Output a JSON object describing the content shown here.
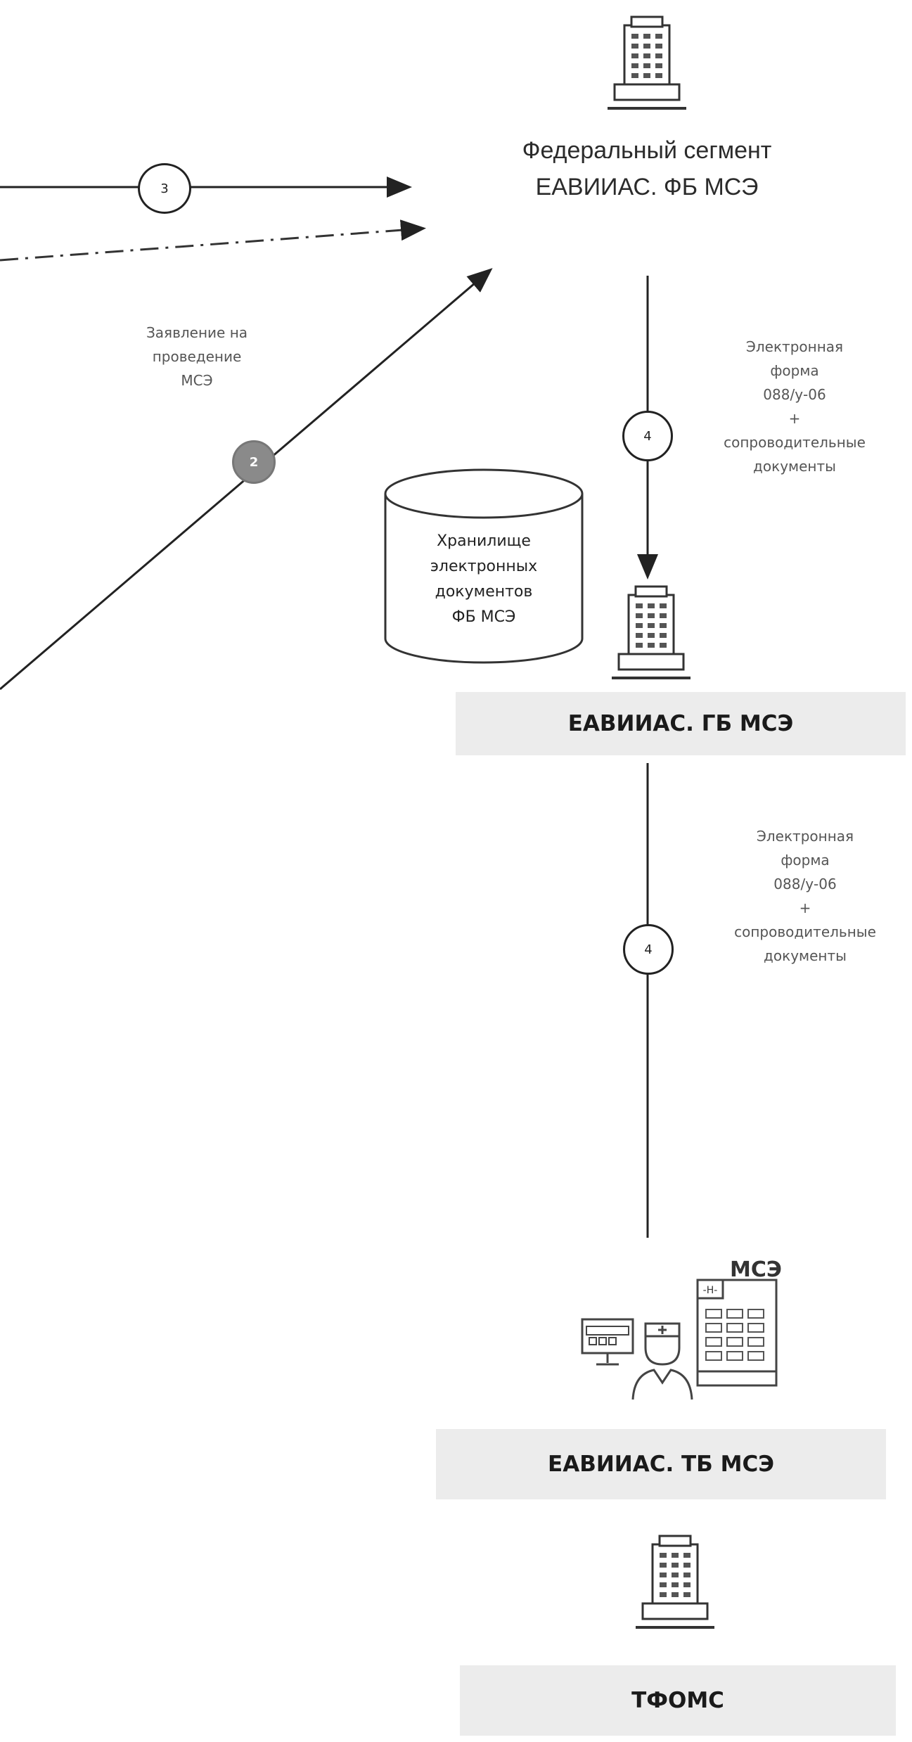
{
  "nodes": {
    "federal": {
      "line1": "Федеральный сегмент",
      "line2": "ЕАВИИАС. ФБ МСЭ"
    },
    "gb": {
      "label": "ЕАВИИАС. ГБ МСЭ"
    },
    "tb": {
      "label": "ЕАВИИАС. ТБ МСЭ",
      "sign": "МСЭ"
    },
    "tfoms": {
      "label": "ТФОМС"
    }
  },
  "storage": {
    "lines": [
      "Хранилище",
      "электронных",
      "документов",
      "ФБ МСЭ"
    ]
  },
  "steps": {
    "s2": "2",
    "s3": "3",
    "s4a": "4",
    "s4b": "4"
  },
  "notes": {
    "application": [
      "Заявление на",
      "проведение",
      "МСЭ"
    ],
    "form_upper": [
      "Электронная",
      "форма",
      "088/у-06",
      "+",
      "сопроводительные",
      "документы"
    ],
    "form_lower": [
      "Электронная",
      "форма",
      "088/у-06",
      "+",
      "сопроводительные",
      "документы"
    ]
  },
  "colors": {
    "line": "#222222",
    "strip": "#ececec",
    "step2": "#8a8a8a"
  }
}
